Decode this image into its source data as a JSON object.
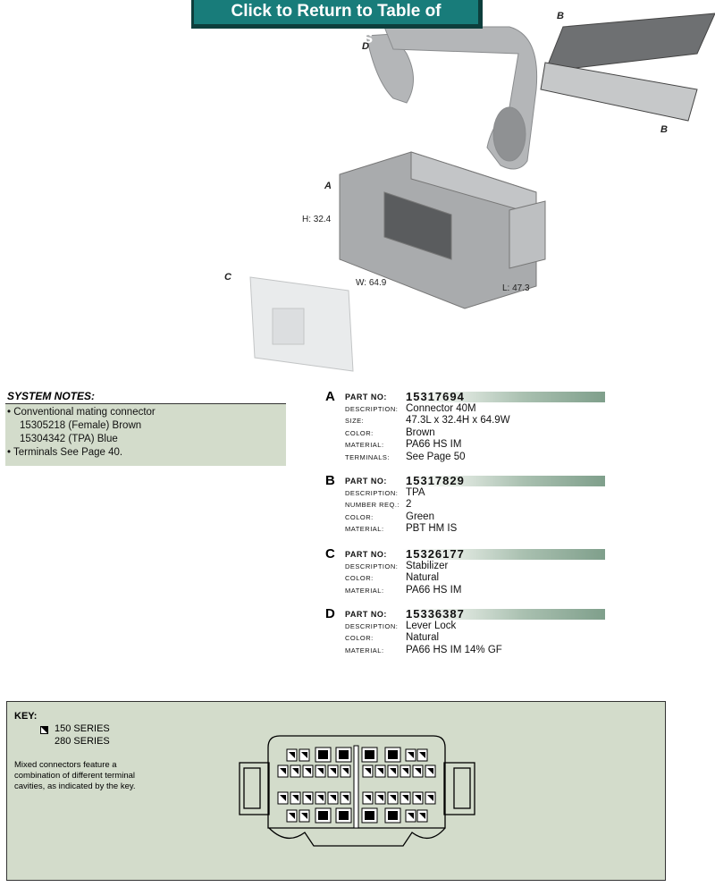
{
  "header": {
    "toc_button": "Click to Return to Table of Contents"
  },
  "illustration": {
    "labels": {
      "a": "A",
      "b1": "B",
      "b2": "B",
      "c": "C",
      "d": "D"
    },
    "dimensions": {
      "height": "H: 32.4",
      "width": "W: 64.9",
      "length": "L: 47.3"
    }
  },
  "system_notes": {
    "title": "SYSTEM NOTES:",
    "lines": [
      "• Conventional mating connector",
      "15305218 (Female) Brown",
      "15304342 (TPA) Blue",
      "• Terminals See Page 40."
    ]
  },
  "parts": [
    {
      "letter": "A",
      "rows": [
        [
          "PART NO:",
          "15317694"
        ],
        [
          "DESCRIPTION:",
          "Connector 40M"
        ],
        [
          "SIZE:",
          "47.3L x 32.4H x 64.9W"
        ],
        [
          "COLOR:",
          "Brown"
        ],
        [
          "MATERIAL:",
          "PA66 HS IM"
        ],
        [
          "TERMINALS:",
          "See Page 50"
        ]
      ]
    },
    {
      "letter": "B",
      "rows": [
        [
          "PART NO:",
          "15317829"
        ],
        [
          "DESCRIPTION:",
          "TPA"
        ],
        [
          "NUMBER REQ.:",
          "2"
        ],
        [
          "COLOR:",
          "Green"
        ],
        [
          "MATERIAL:",
          "PBT HM IS"
        ]
      ]
    },
    {
      "letter": "C",
      "rows": [
        [
          "PART NO:",
          "15326177"
        ],
        [
          "DESCRIPTION:",
          "Stabilizer"
        ],
        [
          "COLOR:",
          "Natural"
        ],
        [
          "MATERIAL:",
          "PA66 HS IM"
        ]
      ]
    },
    {
      "letter": "D",
      "rows": [
        [
          "PART NO:",
          "15336387"
        ],
        [
          "DESCRIPTION:",
          "Lever Lock"
        ],
        [
          "COLOR:",
          "Natural"
        ],
        [
          "MATERIAL:",
          "PA66 HS IM 14% GF"
        ]
      ]
    }
  ],
  "key": {
    "title": "KEY:",
    "items": [
      "150 SERIES",
      "280 SERIES"
    ],
    "note": "Mixed connectors feature a combination of different terminal cavities, as indicated by the key."
  },
  "colors": {
    "toc_button": "#187c7a",
    "panel": "#d3dccb"
  }
}
